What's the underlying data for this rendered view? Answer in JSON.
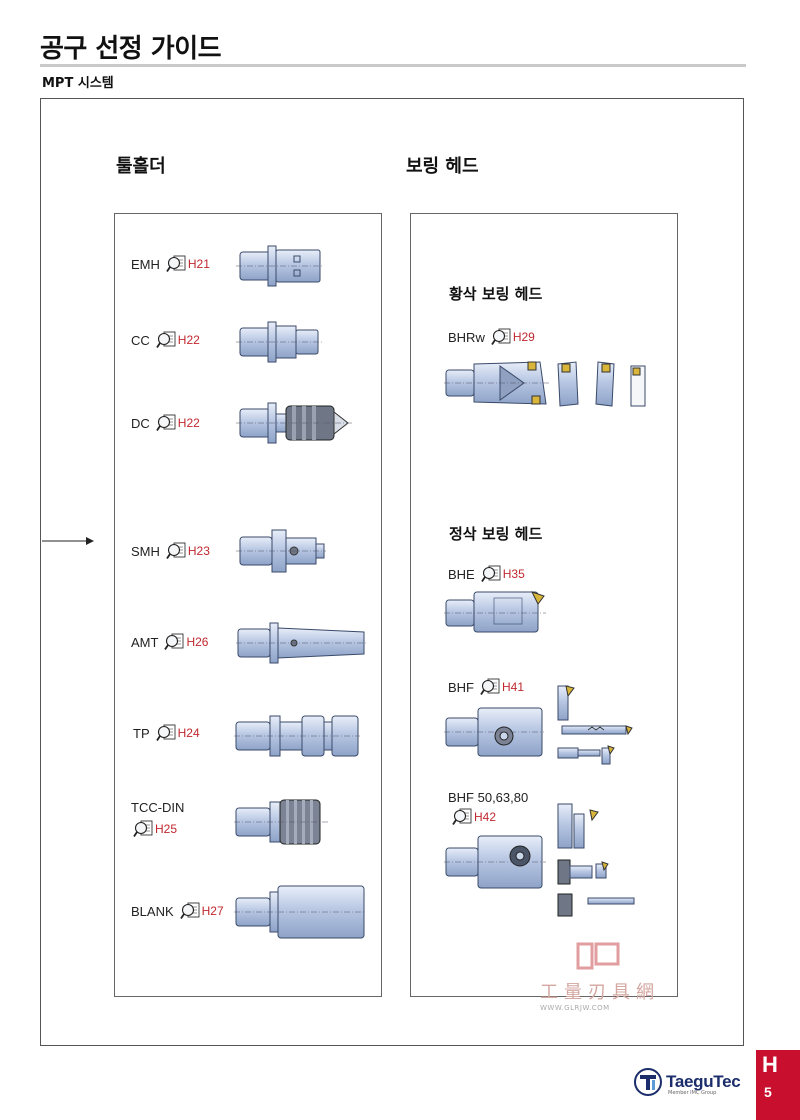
{
  "page": {
    "title": "공구 선정 가이드",
    "subtitle": "MPT 시스템",
    "section_tab_letter": "H",
    "page_number": "5",
    "brand": "TaeguTec",
    "brand_tagline": "Member IMC Group",
    "watermark_text": "工量刃具網",
    "watermark_url": "WWW.GLRJW.COM"
  },
  "toolholders": {
    "heading": "툴홀더",
    "items": [
      {
        "name": "EMH",
        "ref": "H21"
      },
      {
        "name": "CC",
        "ref": "H22"
      },
      {
        "name": "DC",
        "ref": "H22"
      },
      {
        "name": "SMH",
        "ref": "H23"
      },
      {
        "name": "AMT",
        "ref": "H26"
      },
      {
        "name": "TP",
        "ref": "H24"
      },
      {
        "name": "TCC-DIN",
        "ref": "H25"
      },
      {
        "name": "BLANK",
        "ref": "H27"
      }
    ]
  },
  "boring_heads": {
    "heading": "보링 헤드",
    "rough": {
      "heading": "황삭 보링 헤드",
      "items": [
        {
          "name": "BHRw",
          "ref": "H29"
        }
      ]
    },
    "finish": {
      "heading": "정삭 보링 헤드",
      "items": [
        {
          "name": "BHE",
          "ref": "H35"
        },
        {
          "name": "BHF",
          "ref": "H41"
        },
        {
          "name": "BHF 50,63,80",
          "ref": "H42"
        }
      ]
    }
  },
  "colors": {
    "tool_body": "#c9d6ec",
    "tool_edge": "#3a4a6a",
    "ref_red": "#c0282e",
    "tab_red": "#c8102e",
    "brand_blue": "#1b2d6b"
  },
  "icons": [
    "magnifier-book-icon",
    "arrow-right-icon",
    "taegutec-logo-icon"
  ]
}
